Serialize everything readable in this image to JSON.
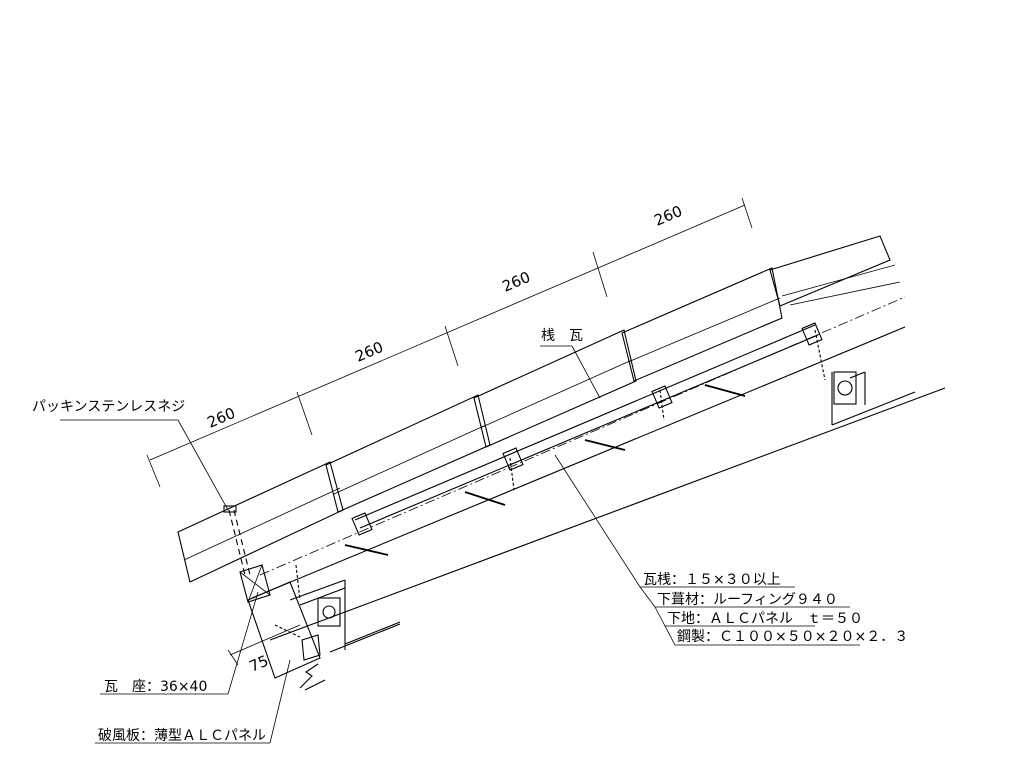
{
  "dimensions": {
    "tile_pitch_1": "260",
    "tile_pitch_2": "260",
    "tile_pitch_3": "260",
    "tile_pitch_4": "260",
    "tile_seat_offset": "75"
  },
  "labels": {
    "packing_screw": "パッキンステンレスネジ",
    "sankawara": "桟　瓦",
    "batten": "瓦桟：１５×３０以上",
    "underlay": "下葺材：ルーフィング９４０",
    "substrate": "下地：ＡＬＣパネル　ｔ＝５０",
    "steel": "鋼製：Ｃ１００×５０×２０×２．３",
    "tile_seat": "瓦　座：36×40",
    "barge_board": "破風板：薄型ＡＬＣパネル"
  }
}
